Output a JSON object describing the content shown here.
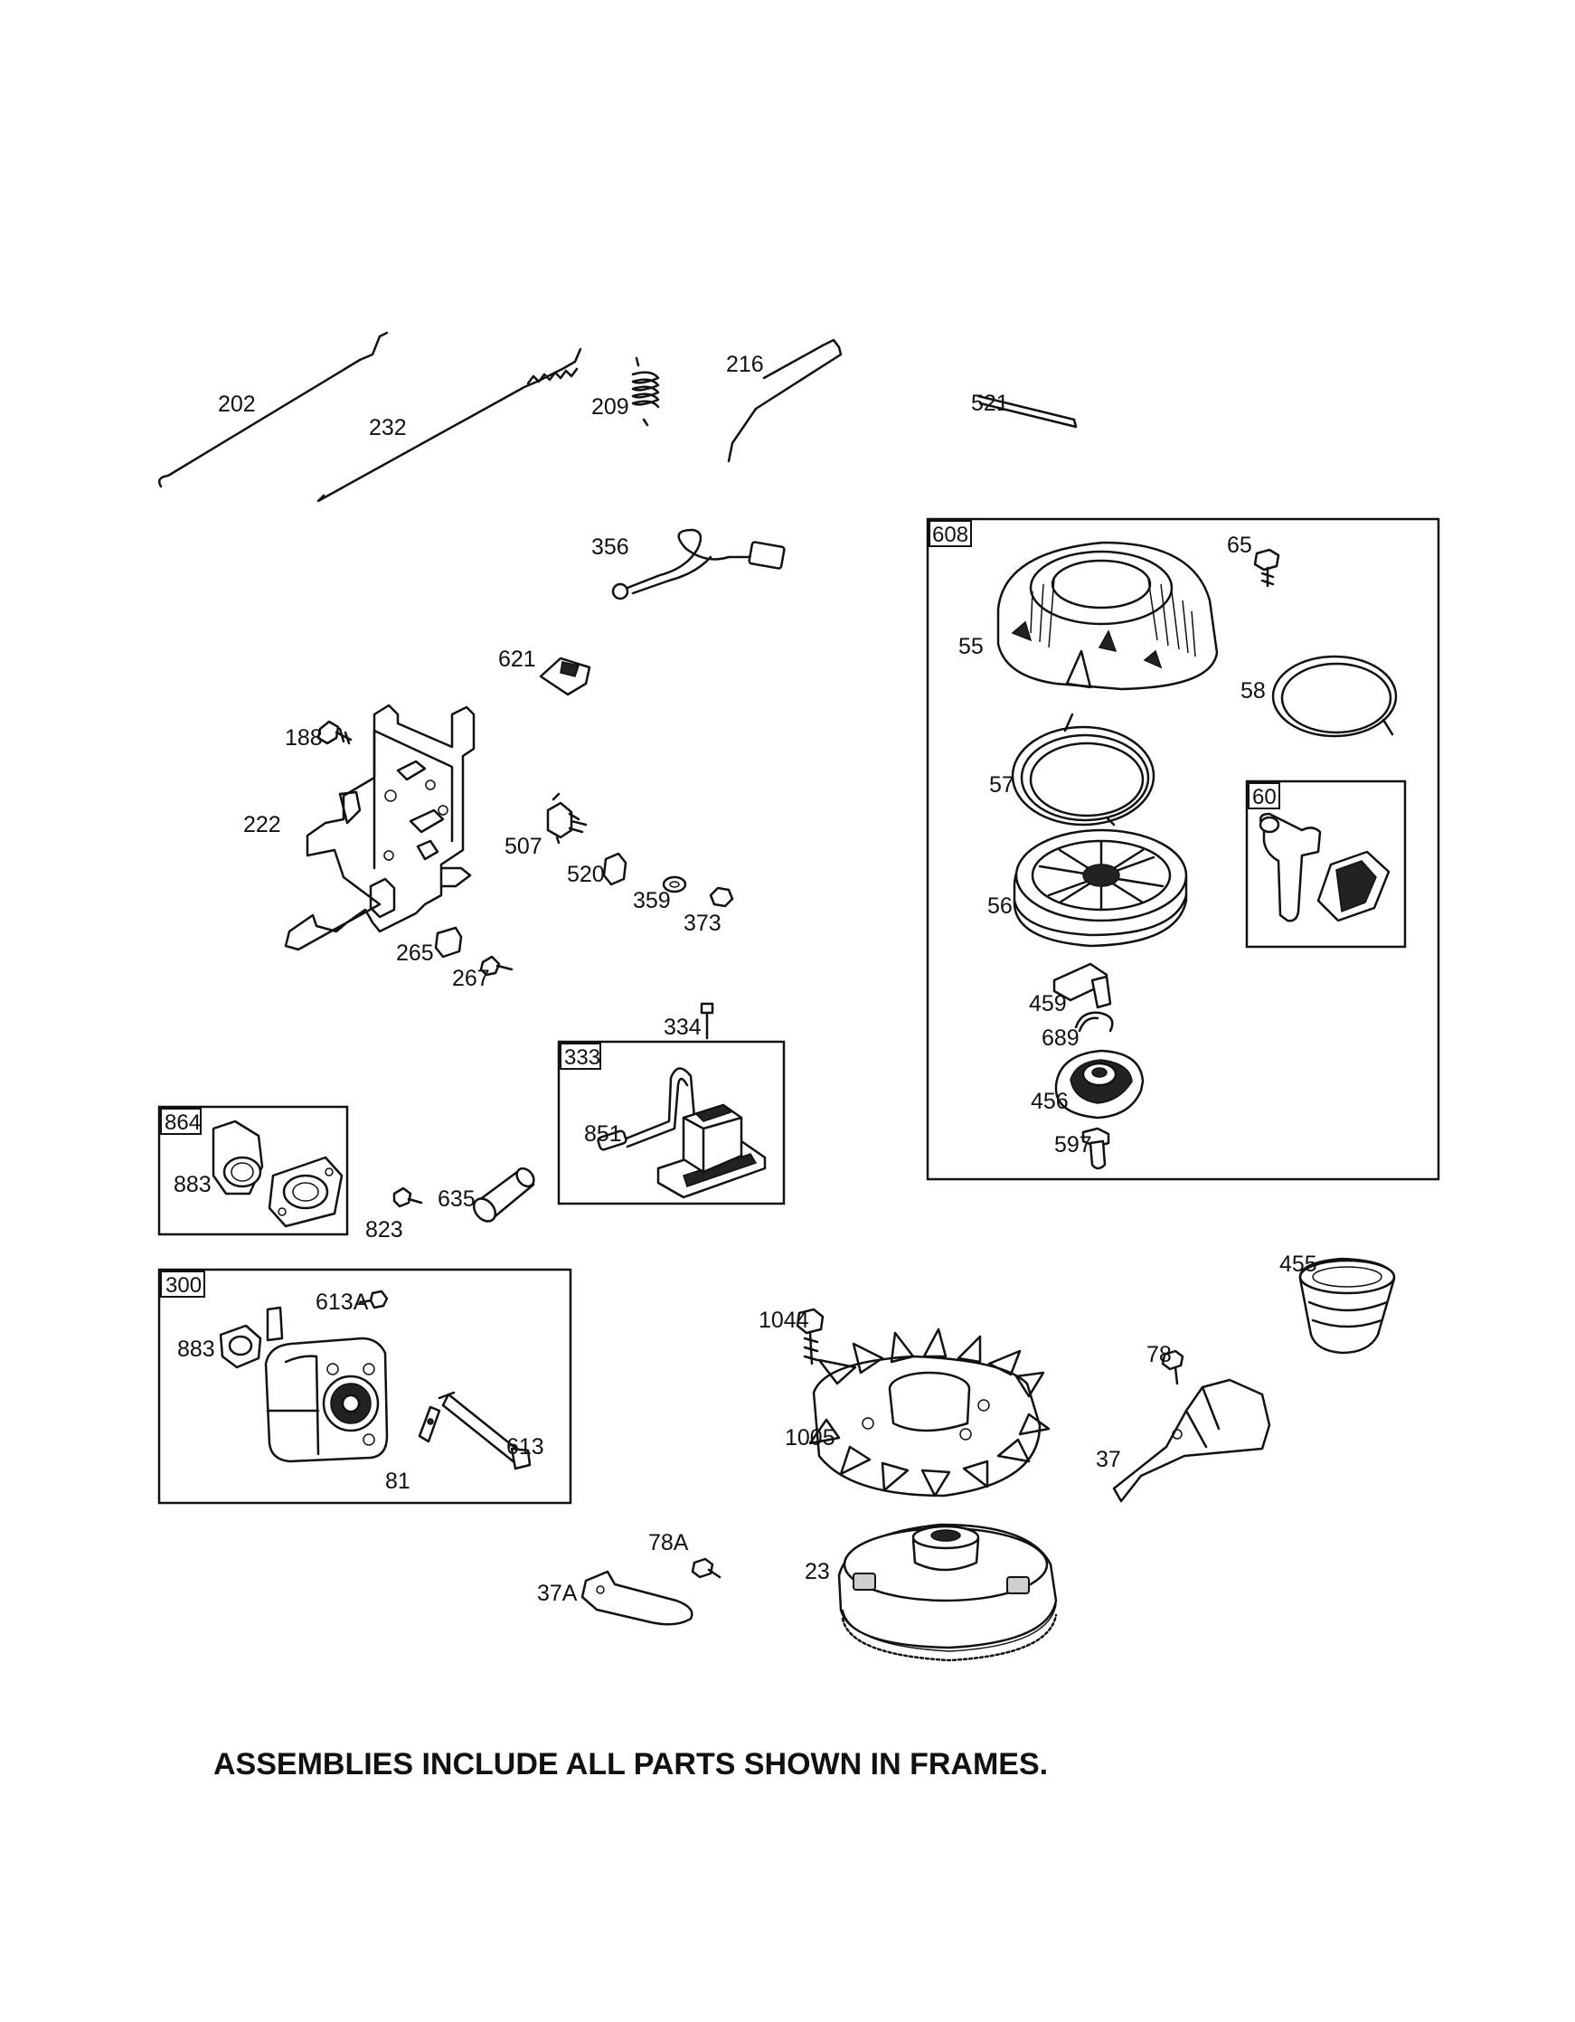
{
  "footer_note": "ASSEMBLIES INCLUDE ALL PARTS SHOWN IN FRAMES.",
  "frames": [
    {
      "id": "608"
    },
    {
      "id": "60"
    },
    {
      "id": "333"
    },
    {
      "id": "864"
    },
    {
      "id": "300"
    }
  ],
  "labels": [
    "202",
    "232",
    "209",
    "216",
    "521",
    "356",
    "608",
    "65",
    "55",
    "58",
    "621",
    "188",
    "222",
    "57",
    "60",
    "507",
    "520",
    "359",
    "373",
    "56",
    "265",
    "267",
    "459",
    "334",
    "689",
    "333",
    "456",
    "851",
    "864",
    "597",
    "883",
    "823",
    "635",
    "455",
    "300",
    "613A",
    "883",
    "1044",
    "78",
    "1005",
    "613",
    "81",
    "37",
    "78A",
    "23",
    "37A"
  ]
}
